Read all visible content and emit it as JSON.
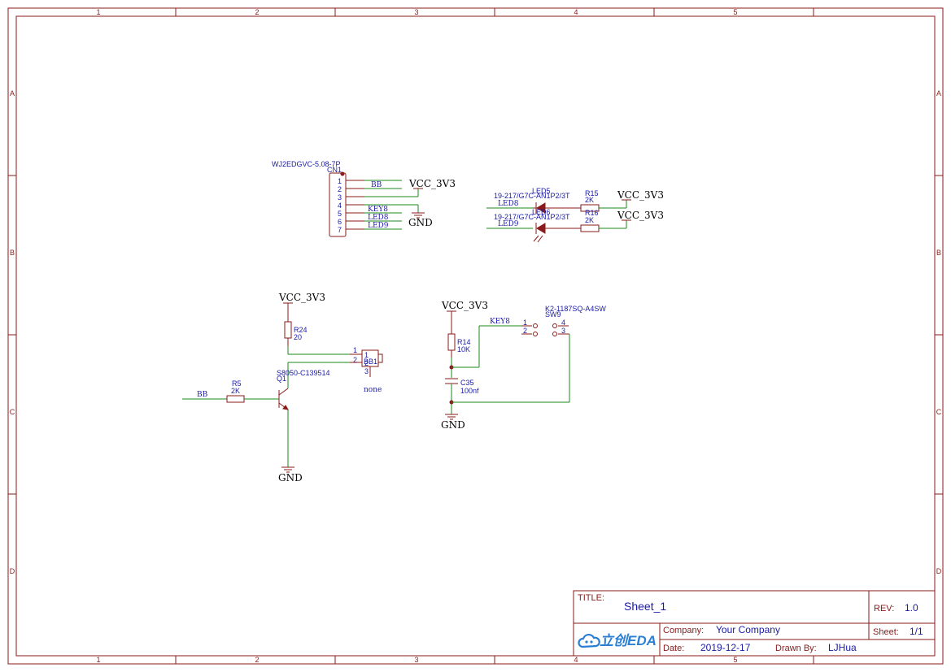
{
  "frame": {
    "columns": [
      "1",
      "2",
      "3",
      "4",
      "5"
    ],
    "rows": [
      "A",
      "B",
      "C",
      "D"
    ]
  },
  "title_block": {
    "title_label": "TITLE:",
    "title": "Sheet_1",
    "rev_label": "REV:",
    "rev": "1.0",
    "company_label": "Company:",
    "company": "Your Company",
    "sheet_label": "Sheet:",
    "sheet": "1/1",
    "date_label": "Date:",
    "date": "2019-12-17",
    "drawn_label": "Drawn By:",
    "drawn": "LJHua",
    "logo": "立创EDA",
    "logo_icon": "cloud-icon"
  },
  "connector": {
    "part": "WJ2EDGVC-5.08-7P",
    "ref": "CN1",
    "pins": [
      "1",
      "2",
      "3",
      "4",
      "5",
      "6",
      "7"
    ],
    "nets": {
      "pin2": "BB",
      "pin5": "KEY8",
      "pin6": "LED8",
      "pin7": "LED9"
    },
    "power": "VCC_3V3",
    "ground": "GND"
  },
  "led_section": {
    "led5": {
      "part": "19-217/G7C-AN1P2/3T",
      "ref": "LED5",
      "net": "LED8"
    },
    "led6": {
      "part": "19-217/G7C-AN1P2/3T",
      "ref": "LED6",
      "net": "LED9"
    },
    "r15": {
      "ref": "R15",
      "value": "2K"
    },
    "r16": {
      "ref": "R16",
      "value": "2K"
    },
    "power1": "VCC_3V3",
    "power2": "VCC_3V3"
  },
  "buzzer_section": {
    "power": "VCC_3V3",
    "r24": {
      "ref": "R24",
      "value": "20"
    },
    "bb1": {
      "ref": "BB1",
      "value": "none",
      "pins": [
        "1",
        "2",
        "3"
      ]
    },
    "q1": {
      "part": "S8050-C139514",
      "ref": "Q1"
    },
    "r5": {
      "ref": "R5",
      "value": "2K"
    },
    "net": "BB",
    "ground": "GND"
  },
  "switch_section": {
    "power": "VCC_3V3",
    "r14": {
      "ref": "R14",
      "value": "10K"
    },
    "c35": {
      "ref": "C35",
      "value": "100nf"
    },
    "sw9": {
      "part": "K2-1187SQ-A4SW",
      "ref": "SW9",
      "pins": [
        "1",
        "2",
        "4",
        "3"
      ]
    },
    "net": "KEY8",
    "ground": "GND"
  }
}
